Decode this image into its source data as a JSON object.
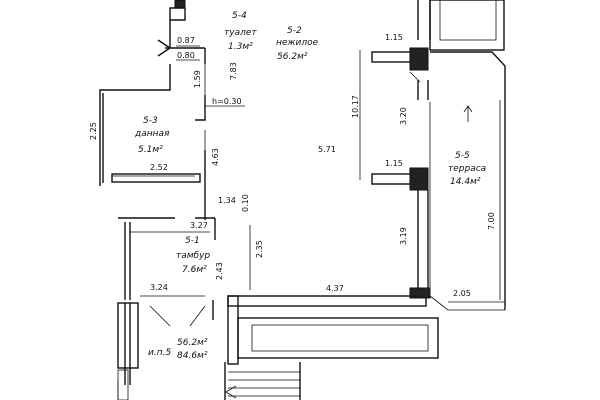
{
  "rooms": [
    {
      "id": "5-4",
      "name": "туалет",
      "area": "1.3м²"
    },
    {
      "id": "5-2",
      "name": "нежилое",
      "area": "56.2м²"
    },
    {
      "id": "5-3",
      "name": "данная",
      "area": "5.1м²"
    },
    {
      "id": "5-1",
      "name": "тамбур",
      "area": "7.6м²"
    },
    {
      "id": "5-5",
      "name": "терраса",
      "area": "14.4м²"
    }
  ],
  "unit": {
    "label": "и.п.5",
    "area_living": "56.2м²",
    "area_total": "84.6м²"
  },
  "height_note": "h=0.30",
  "dims": {
    "d087": "0.87",
    "d080": "0.80",
    "d159": "1.59",
    "d783": "7.83",
    "d1017": "10.17",
    "d115a": "1.15",
    "d320": "3.20",
    "d225": "2.25",
    "d252": "2.52",
    "d463": "4.63",
    "d571": "5.71",
    "d115b": "1.15",
    "d134": "1.34",
    "d010": "0.10",
    "d327": "3.27",
    "d235": "2.35",
    "d319": "3.19",
    "d700": "7.00",
    "d243": "2.43",
    "d324": "3.24",
    "d437": "4.37",
    "d205": "2.05"
  }
}
